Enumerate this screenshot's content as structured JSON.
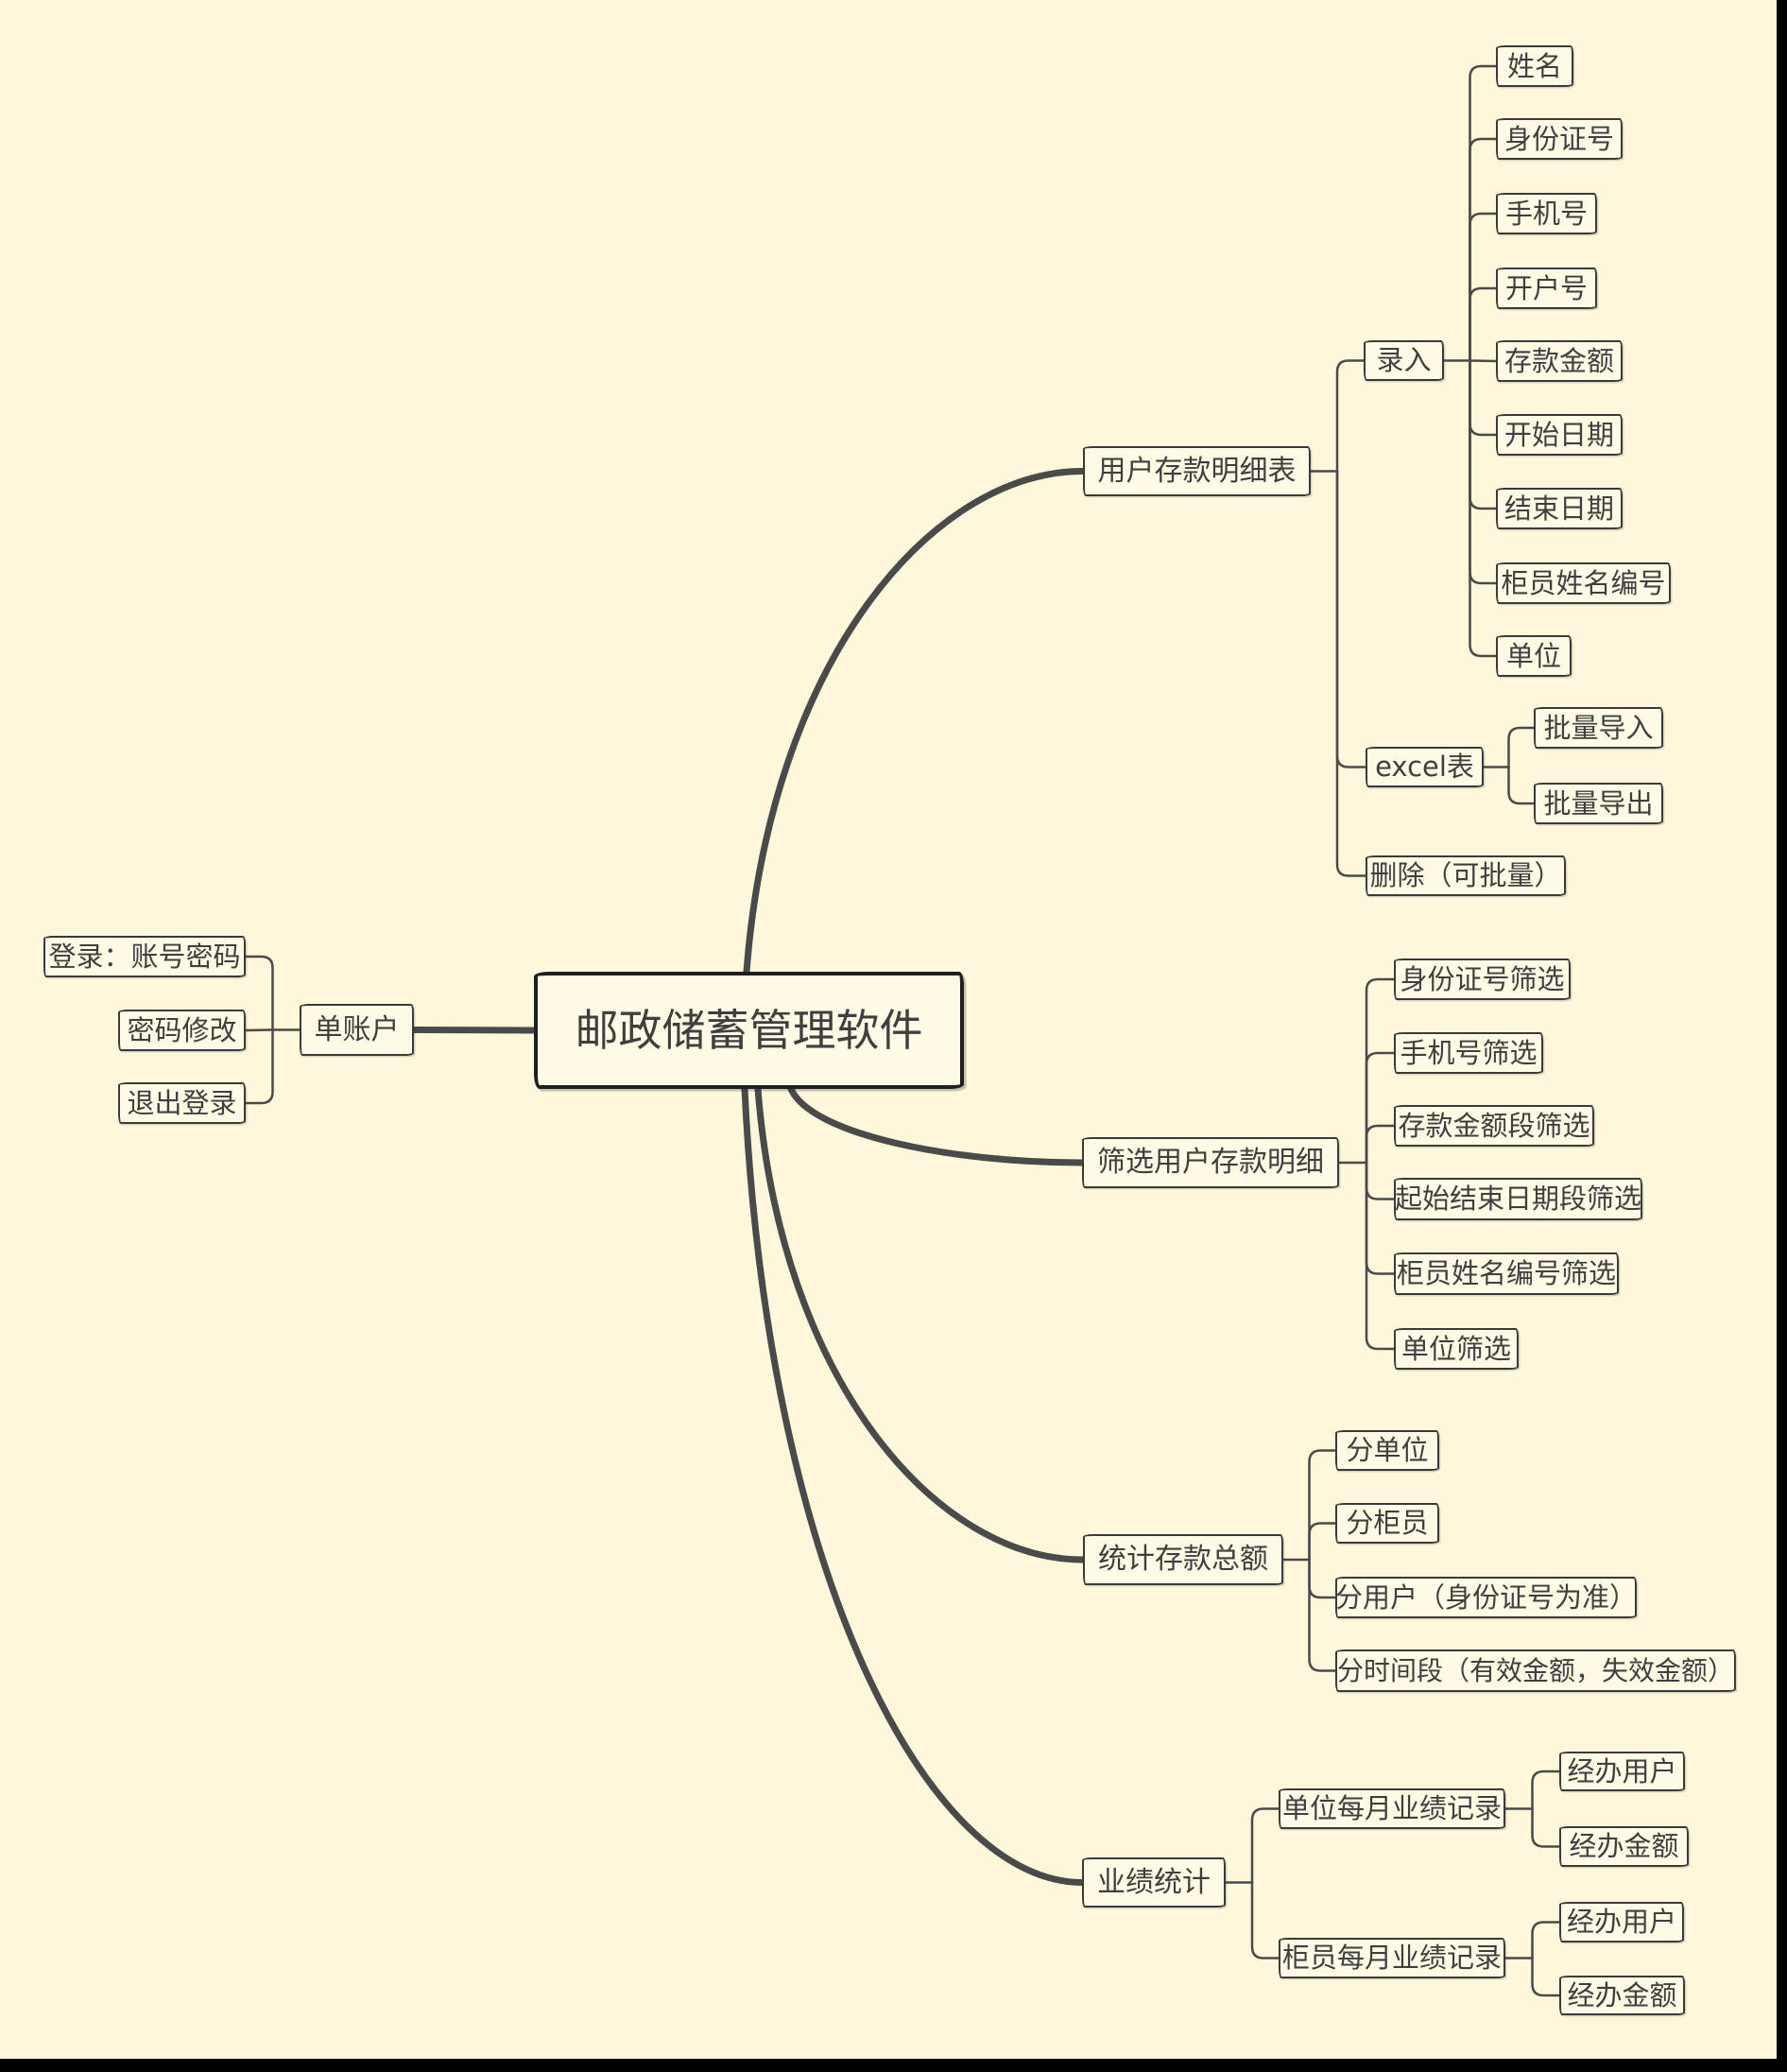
{
  "colors": {
    "canvas_bg": "#FDF7DB",
    "node_fill": "#FEFAE5",
    "border": "#3A3A3A",
    "line": "#4A4A4A",
    "text": "#3F3F3F",
    "edge": "#000000"
  },
  "root": {
    "label": "邮政储蓄管理软件"
  },
  "branches": {
    "account": {
      "label": "单账户",
      "children": {
        "login": {
          "label": "登录：账号密码"
        },
        "change_password": {
          "label": "密码修改"
        },
        "logout": {
          "label": "退出登录"
        }
      }
    },
    "deposit_table": {
      "label": "用户存款明细表",
      "children": {
        "entry": {
          "label": "录入",
          "children": {
            "name": {
              "label": "姓名"
            },
            "id_card": {
              "label": "身份证号"
            },
            "phone": {
              "label": "手机号"
            },
            "account_no": {
              "label": "开户号"
            },
            "amount": {
              "label": "存款金额"
            },
            "start_date": {
              "label": "开始日期"
            },
            "end_date": {
              "label": "结束日期"
            },
            "teller": {
              "label": "柜员姓名编号"
            },
            "unit": {
              "label": "单位"
            }
          }
        },
        "excel": {
          "label": "excel表",
          "children": {
            "batch_import": {
              "label": "批量导入"
            },
            "batch_export": {
              "label": "批量导出"
            }
          }
        },
        "delete": {
          "label": "删除（可批量）"
        }
      }
    },
    "filter": {
      "label": "筛选用户存款明细",
      "children": {
        "by_id_card": {
          "label": "身份证号筛选"
        },
        "by_phone": {
          "label": "手机号筛选"
        },
        "by_amount_range": {
          "label": "存款金额段筛选"
        },
        "by_date_range": {
          "label": "起始结束日期段筛选"
        },
        "by_teller": {
          "label": "柜员姓名编号筛选"
        },
        "by_unit": {
          "label": "单位筛选"
        }
      }
    },
    "stats": {
      "label": "统计存款总额",
      "children": {
        "by_unit": {
          "label": "分单位"
        },
        "by_teller": {
          "label": "分柜员"
        },
        "by_user": {
          "label": "分用户（身份证号为准）"
        },
        "by_period": {
          "label": "分时间段（有效金额，失效金额）"
        }
      }
    },
    "performance": {
      "label": "业绩统计",
      "children": {
        "unit_monthly": {
          "label": "单位每月业绩记录",
          "children": {
            "handled_users": {
              "label": "经办用户"
            },
            "handled_amount": {
              "label": "经办金额"
            }
          }
        },
        "teller_monthly": {
          "label": "柜员每月业绩记录",
          "children": {
            "handled_users": {
              "label": "经办用户"
            },
            "handled_amount": {
              "label": "经办金额"
            }
          }
        }
      }
    }
  }
}
